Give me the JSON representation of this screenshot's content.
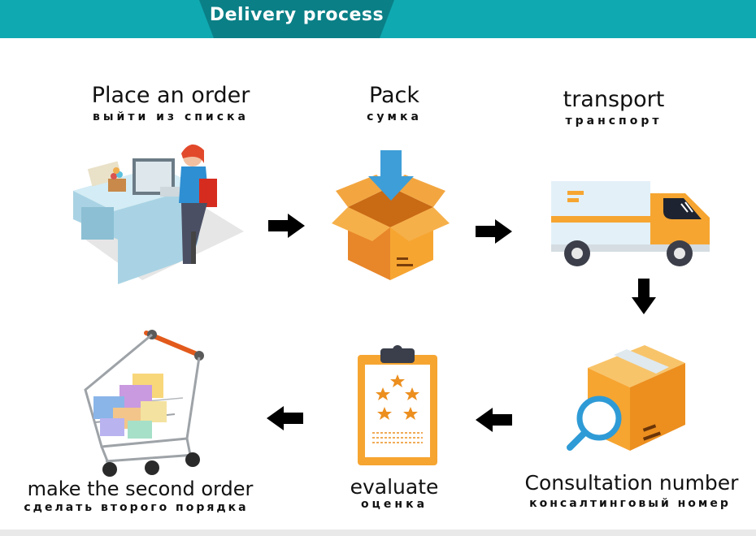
{
  "header": {
    "title": "Delivery process"
  },
  "steps": [
    {
      "title": "Place an order",
      "subtitle": "выйти из списка",
      "icon": "office-desk-icon"
    },
    {
      "title": "Pack",
      "subtitle": "сумка",
      "icon": "package-box-icon"
    },
    {
      "title": "transport",
      "subtitle": "транспорт",
      "icon": "delivery-truck-icon"
    },
    {
      "title": "Consultation number",
      "subtitle": "консалтинговый номер",
      "icon": "box-search-icon"
    },
    {
      "title": "evaluate",
      "subtitle": "оценка",
      "icon": "rating-clipboard-icon"
    },
    {
      "title": "make the second order",
      "subtitle": "сделать второго порядка",
      "icon": "shopping-cart-icon"
    }
  ],
  "colors": {
    "banner": "#0fa9b1",
    "box_orange": "#f6a531",
    "box_dark": "#e8862a",
    "arrow": "#000000"
  }
}
